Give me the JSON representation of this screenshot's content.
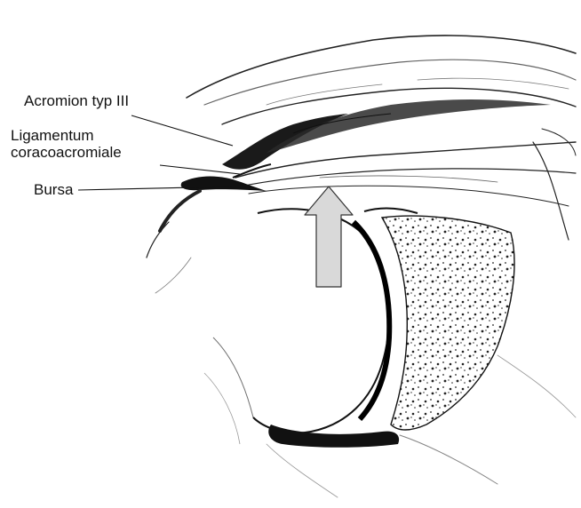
{
  "labels": {
    "acromion": "Acromion typ III",
    "ligament_line1": "Ligamentum",
    "ligament_line2": "coracoacromiale",
    "bursa": "Bursa"
  },
  "colors": {
    "ink": "#111111",
    "arrow_fill": "#d9d9d9",
    "background": "#ffffff"
  }
}
